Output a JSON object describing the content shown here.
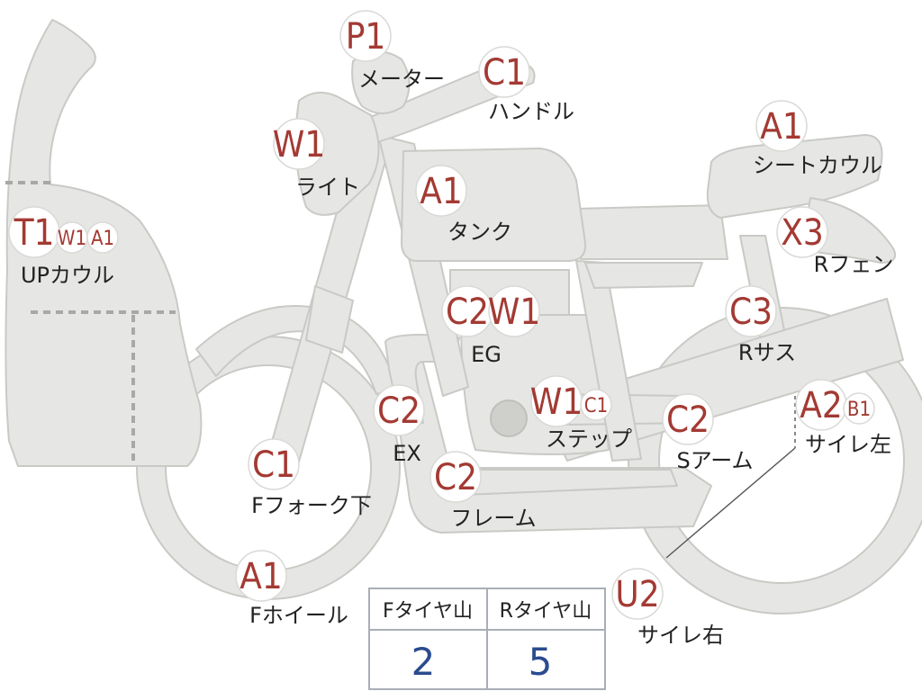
{
  "colors": {
    "part_fill": "#e6e6e4",
    "part_stroke": "#c9c9c6",
    "code": "#a33a33",
    "value": "#2a4b8f"
  },
  "parts": [
    {
      "id": "up-cowl",
      "label": "UPカウル",
      "codes": [
        {
          "code": "T1",
          "size": "lg"
        },
        {
          "code": "W1",
          "size": "sm"
        },
        {
          "code": "A1",
          "size": "sm"
        }
      ]
    },
    {
      "id": "meter",
      "label": "メーター",
      "codes": [
        {
          "code": "P1",
          "size": "lg"
        }
      ]
    },
    {
      "id": "handle",
      "label": "ハンドル",
      "codes": [
        {
          "code": "C1",
          "size": "lg"
        }
      ]
    },
    {
      "id": "light",
      "label": "ライト",
      "codes": [
        {
          "code": "W1",
          "size": "lg"
        }
      ]
    },
    {
      "id": "tank",
      "label": "タンク",
      "codes": [
        {
          "code": "A1",
          "size": "lg"
        }
      ]
    },
    {
      "id": "seat-cowl",
      "label": "シートカウル",
      "codes": [
        {
          "code": "A1",
          "size": "lg"
        }
      ]
    },
    {
      "id": "r-fender",
      "label": "Rフェン",
      "codes": [
        {
          "code": "X3",
          "size": "lg"
        }
      ]
    },
    {
      "id": "engine",
      "label": "EG",
      "codes": [
        {
          "code": "C2",
          "size": "lg"
        },
        {
          "code": "W1",
          "size": "lg"
        }
      ]
    },
    {
      "id": "r-suspension",
      "label": "Rサス",
      "codes": [
        {
          "code": "C3",
          "size": "lg"
        }
      ]
    },
    {
      "id": "exhaust",
      "label": "EX",
      "codes": [
        {
          "code": "C2",
          "size": "lg"
        }
      ]
    },
    {
      "id": "step",
      "label": "ステップ",
      "codes": [
        {
          "code": "W1",
          "size": "lg"
        },
        {
          "code": "C1",
          "size": "sm"
        }
      ]
    },
    {
      "id": "swing-arm",
      "label": "Sアーム",
      "codes": [
        {
          "code": "C2",
          "size": "lg"
        }
      ]
    },
    {
      "id": "silencer-left",
      "label": "サイレ左",
      "codes": [
        {
          "code": "A2",
          "size": "lg"
        },
        {
          "code": "B1",
          "size": "sm"
        }
      ]
    },
    {
      "id": "f-fork-lower",
      "label": "Fフォーク下",
      "codes": [
        {
          "code": "C1",
          "size": "lg"
        }
      ]
    },
    {
      "id": "frame",
      "label": "フレーム",
      "codes": [
        {
          "code": "C2",
          "size": "lg"
        }
      ]
    },
    {
      "id": "f-wheel",
      "label": "Fホイール",
      "codes": [
        {
          "code": "A1",
          "size": "lg"
        }
      ]
    },
    {
      "id": "silencer-right",
      "label": "サイレ右",
      "codes": [
        {
          "code": "U2",
          "size": "lg"
        }
      ]
    }
  ],
  "tire_table": {
    "headers": [
      "Fタイヤ山",
      "Rタイヤ山"
    ],
    "values": [
      "2",
      "5"
    ]
  }
}
